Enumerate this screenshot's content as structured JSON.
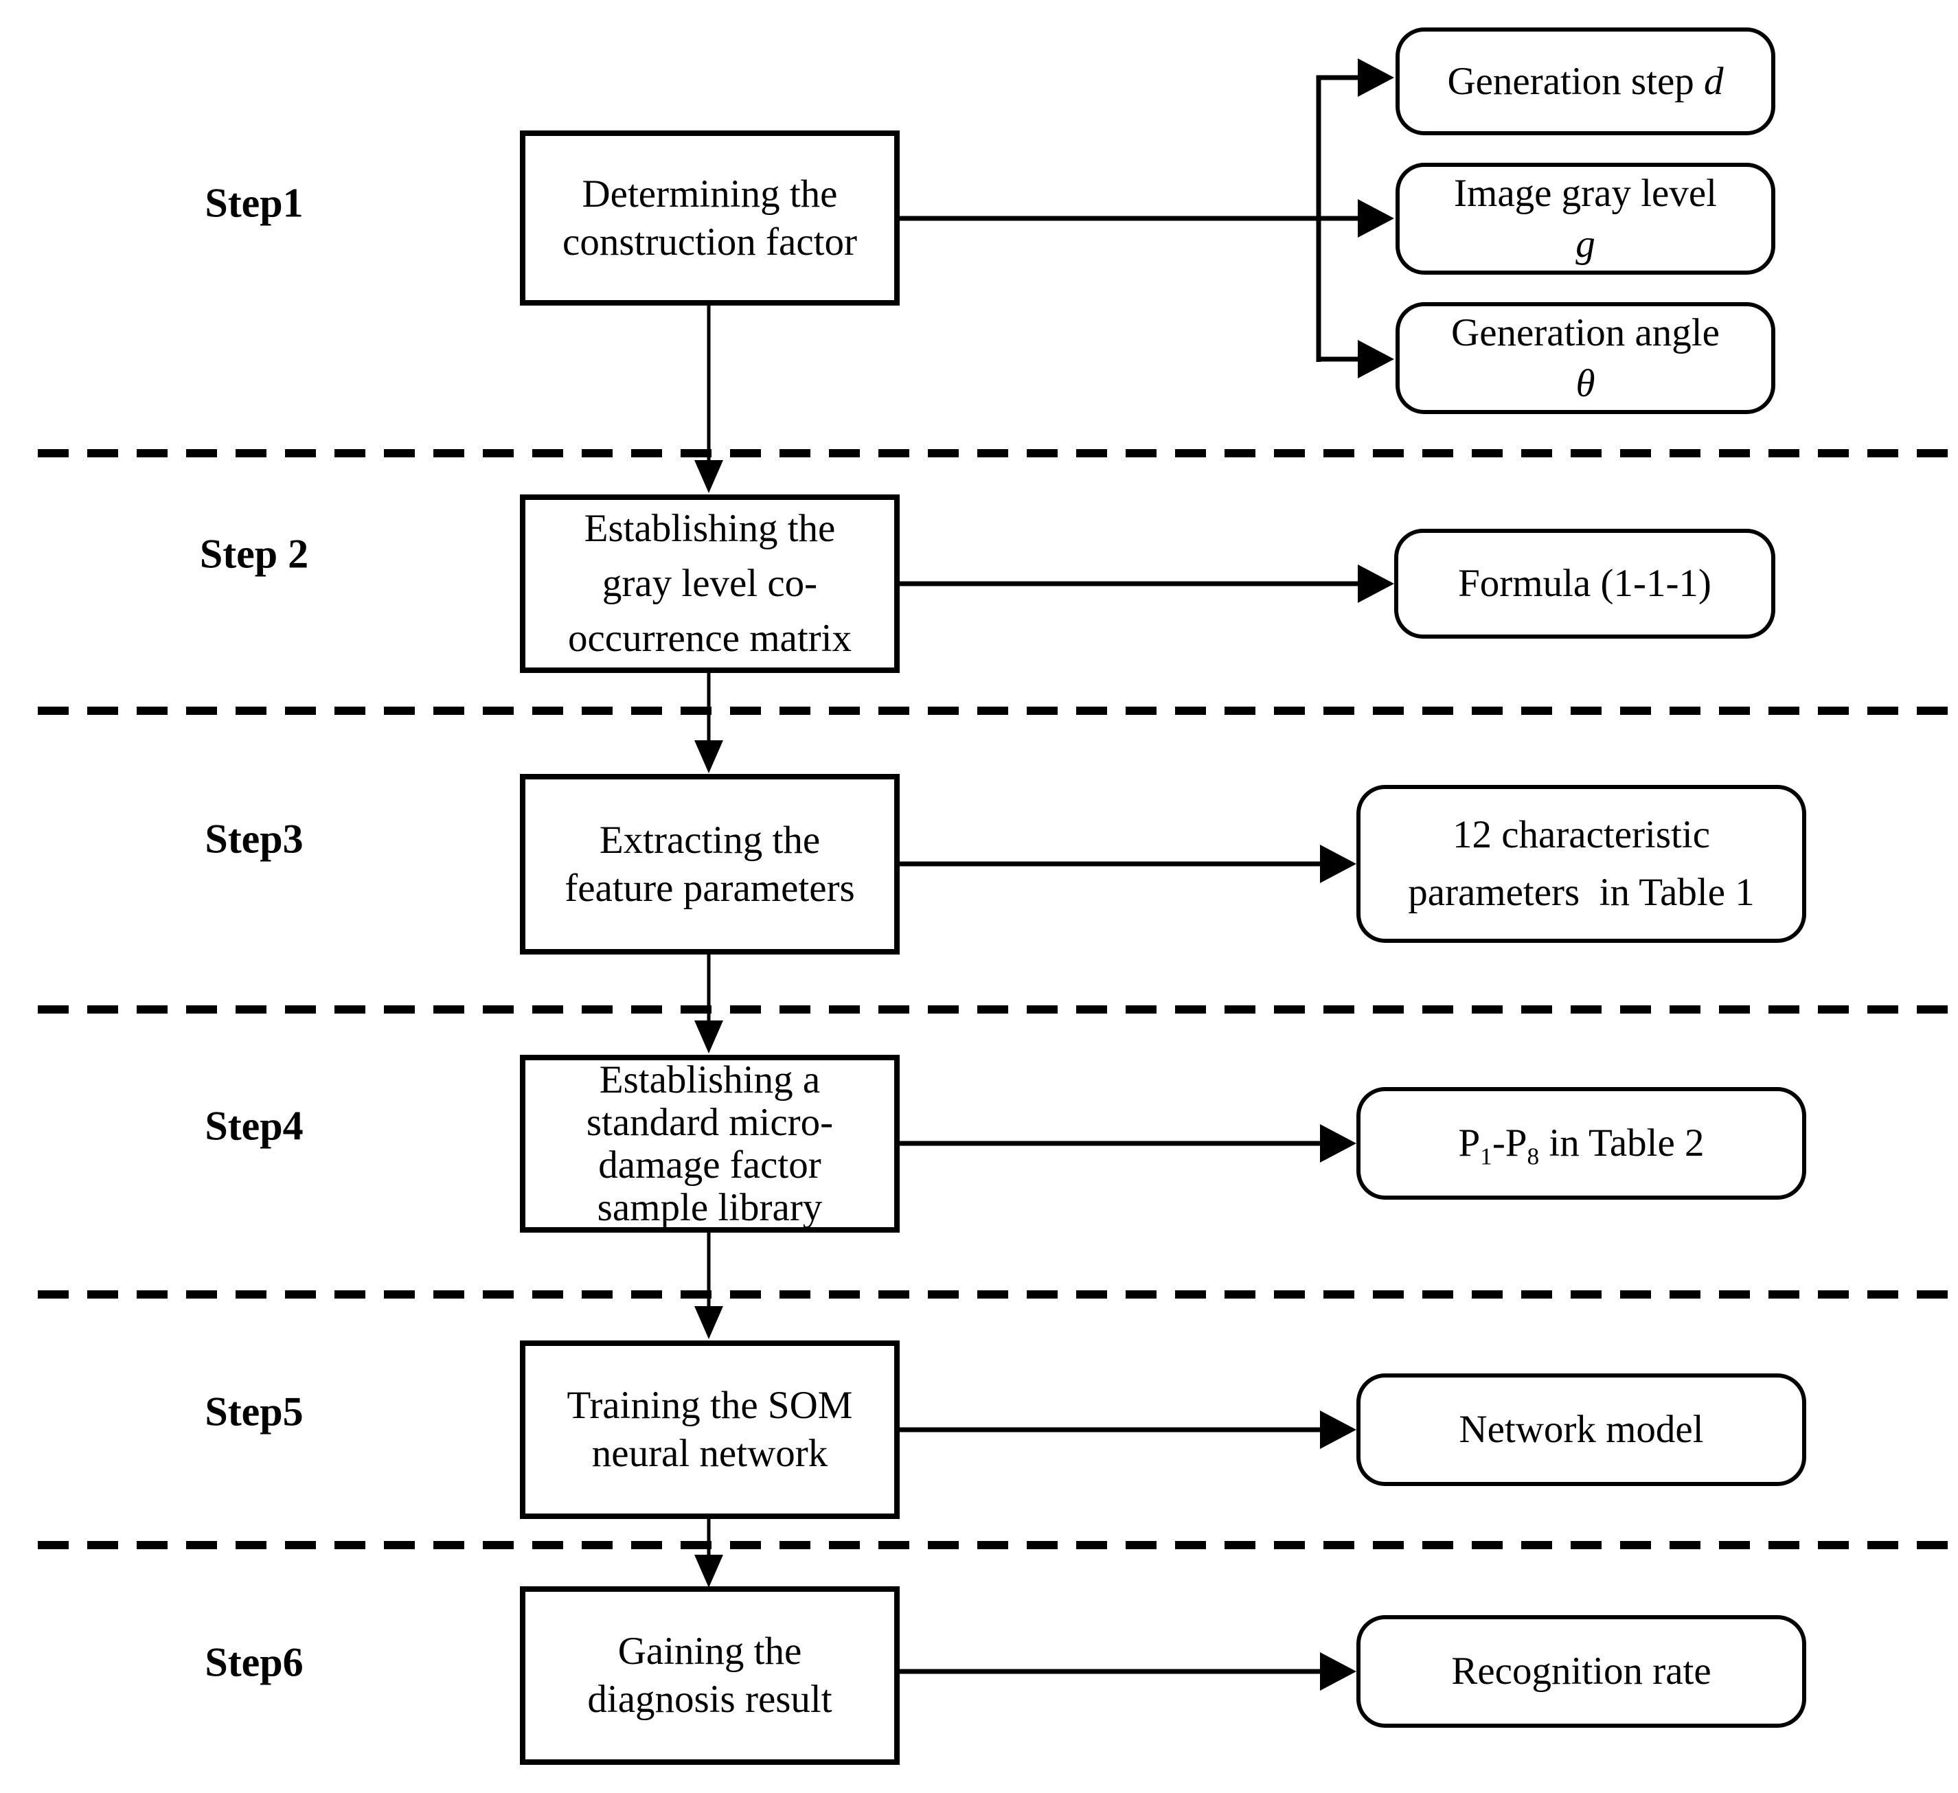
{
  "colors": {
    "ink": "#000000",
    "background": "#ffffff"
  },
  "steps": [
    {
      "label": "Step1",
      "process_lines": [
        "Determining the",
        "construction factor"
      ],
      "outputs": [
        {
          "lines": [
            {
              "text": "Generation step ",
              "italic_text": "d"
            }
          ]
        },
        {
          "lines": [
            {
              "text": "Image gray level",
              "italic_text": ""
            },
            {
              "text": "",
              "italic_text": "g"
            }
          ]
        },
        {
          "lines": [
            {
              "text": "Generation angle",
              "italic_text": ""
            },
            {
              "text": "",
              "italic_text": "θ"
            }
          ]
        }
      ]
    },
    {
      "label": "Step 2",
      "process_lines": [
        "Establishing the",
        "gray level co-",
        "occurrence matrix"
      ],
      "outputs": [
        {
          "lines": [
            {
              "text": "Formula (1-1-1)",
              "italic_text": ""
            }
          ]
        }
      ]
    },
    {
      "label": "Step3",
      "process_lines": [
        "Extracting the",
        "feature parameters"
      ],
      "outputs": [
        {
          "lines": [
            {
              "text": "12 characteristic",
              "italic_text": ""
            },
            {
              "text": "parameters  in Table 1",
              "italic_text": ""
            }
          ]
        }
      ]
    },
    {
      "label": "Step4",
      "process_lines": [
        "Establishing a",
        "standard micro-",
        "damage factor",
        "sample library"
      ],
      "outputs": [
        {
          "sub_label": {
            "p1": "P",
            "s1": "1",
            "p2": "-P",
            "s2": "8",
            "p3": " in Table 2"
          }
        }
      ]
    },
    {
      "label": "Step5",
      "process_lines": [
        "Training the SOM",
        "neural network"
      ],
      "outputs": [
        {
          "lines": [
            {
              "text": "Network model",
              "italic_text": ""
            }
          ]
        }
      ]
    },
    {
      "label": "Step6",
      "process_lines": [
        "Gaining the",
        "diagnosis result"
      ],
      "outputs": [
        {
          "lines": [
            {
              "text": "Recognition rate",
              "italic_text": ""
            }
          ]
        }
      ]
    }
  ]
}
